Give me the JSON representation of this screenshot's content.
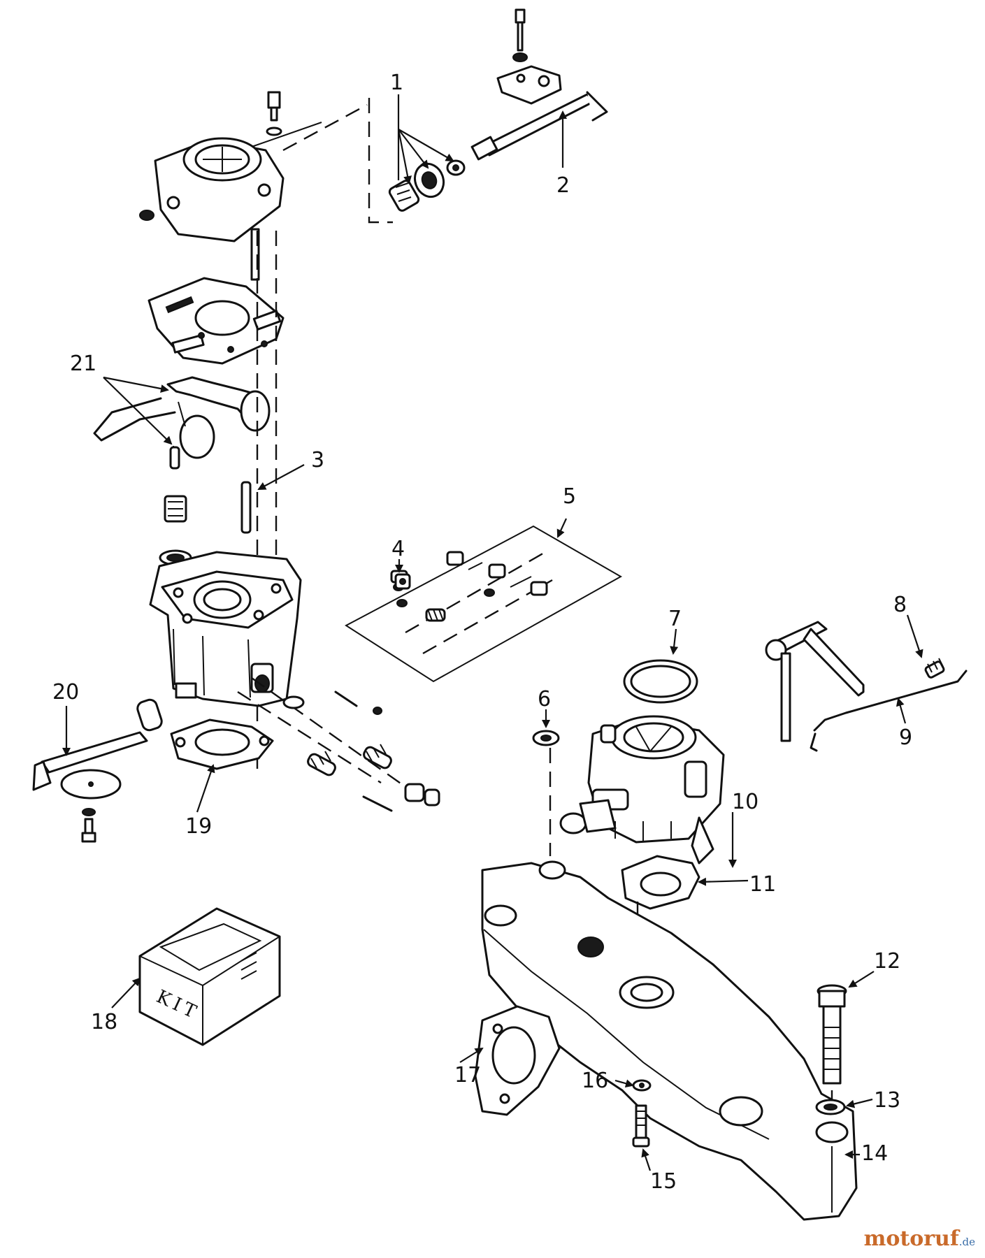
{
  "callouts": {
    "c1": "1",
    "c2": "2",
    "c3": "3",
    "c4": "4",
    "c5": "5",
    "c6": "6",
    "c7": "7",
    "c8": "8",
    "c9": "9",
    "c10": "10",
    "c11": "11",
    "c12": "12",
    "c13": "13",
    "c14": "14",
    "c15": "15",
    "c16": "16",
    "c17": "17",
    "c18": "18",
    "c19": "19",
    "c20": "20",
    "c21": "21"
  },
  "kit_label": "KIT",
  "watermark": {
    "brand": "motoruf",
    "tld": ".de"
  }
}
